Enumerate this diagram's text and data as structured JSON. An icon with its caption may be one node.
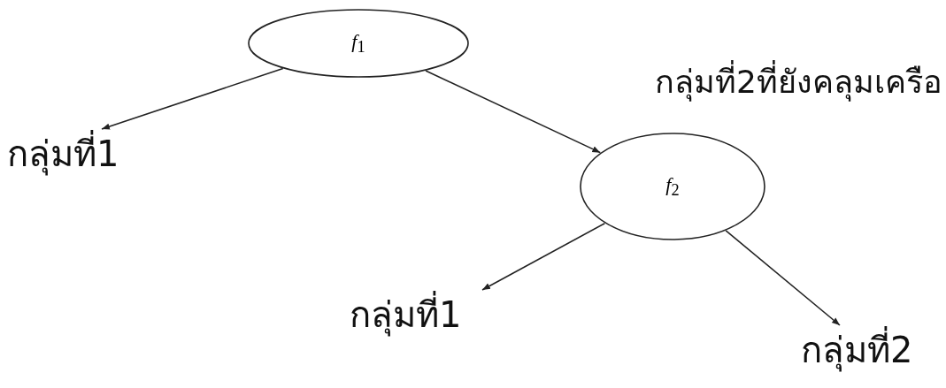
{
  "diagram": {
    "nodes": [
      {
        "text": [
          "*f*$_{1}$"
        ]
      },
      {
        "text": [
          "กลุ่มที่1"
        ]
      },
      {
        "text": [
          "*f*$_{2}$"
        ],
        "beside": [
          "กลุ่มที่2ที่ยังคลุมเครือ"
        ]
      },
      {
        "text": [
          "กลุ่มที่1"
        ]
      },
      {
        "text": [
          "กลุ่มที่2"
        ]
      }
    ],
    "edges": [
      {
        "from": 0,
        "to": 1,
        "arrow": "to"
      },
      {
        "from": 0,
        "to": 2,
        "arrow": "to"
      },
      {
        "from": 2,
        "to": 3,
        "arrow": "to"
      },
      {
        "from": 2,
        "to": 4,
        "arrow": "to"
      }
    ]
  }
}
